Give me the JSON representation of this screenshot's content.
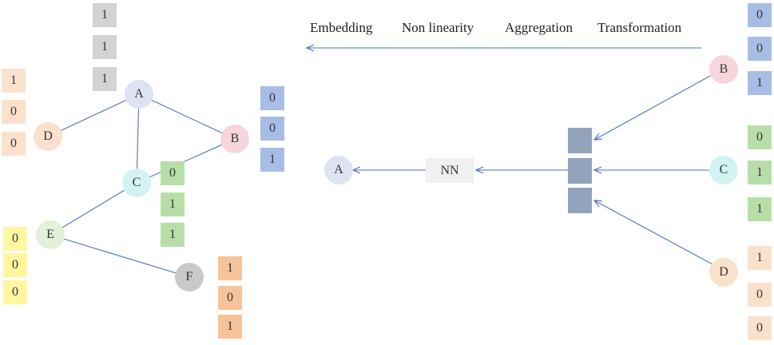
{
  "colors": {
    "edge": "#4f6fc4",
    "node_a": "#dde3f3",
    "node_b": "#f7d5dd",
    "node_c": "#d3f2f2",
    "node_d": "#fbe1cc",
    "node_e": "#e3f0da",
    "node_f": "#c9c9c9",
    "feat_a": "#d3d3d3",
    "feat_b": "#a8bde5",
    "feat_c": "#b8dea8",
    "feat_d": "#fbe1cc",
    "feat_e": "#fdf7a0",
    "feat_f": "#f7c39a",
    "aggregator": "#93a3bb",
    "nn_box": "#f0f0f0"
  },
  "steps": [
    "Embedding",
    "Non linearity",
    "Aggregation",
    "Transformation"
  ],
  "graph": {
    "nodes": [
      {
        "id": "A",
        "label": "A",
        "features": [
          "1",
          "1",
          "1"
        ]
      },
      {
        "id": "B",
        "label": "B",
        "features": [
          "0",
          "0",
          "1"
        ]
      },
      {
        "id": "C",
        "label": "C",
        "features": [
          "0",
          "1",
          "1"
        ]
      },
      {
        "id": "D",
        "label": "D",
        "features": [
          "1",
          "0",
          "0"
        ]
      },
      {
        "id": "E",
        "label": "E",
        "features": [
          "0",
          "0",
          "0"
        ]
      },
      {
        "id": "F",
        "label": "F",
        "features": [
          "1",
          "0",
          "1"
        ]
      }
    ],
    "edges": [
      [
        "A",
        "D"
      ],
      [
        "A",
        "B"
      ],
      [
        "A",
        "C"
      ],
      [
        "C",
        "B"
      ],
      [
        "C",
        "E"
      ],
      [
        "E",
        "F"
      ]
    ]
  },
  "pipeline": {
    "target": "A",
    "nn_label": "NN",
    "neighbors": [
      {
        "label": "B",
        "features": [
          "0",
          "0",
          "1"
        ]
      },
      {
        "label": "C",
        "features": [
          "0",
          "1",
          "1"
        ]
      },
      {
        "label": "D",
        "features": [
          "1",
          "0",
          "0"
        ]
      }
    ]
  }
}
